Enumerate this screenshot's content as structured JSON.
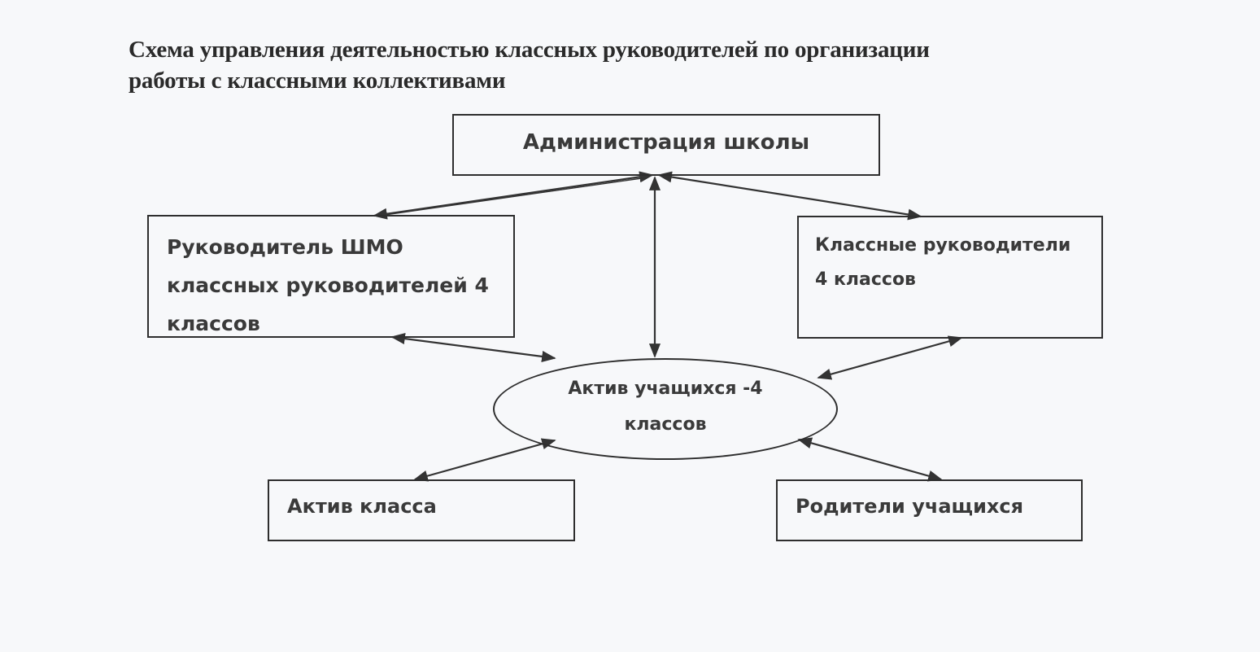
{
  "title": {
    "line1": "Схема управления деятельностью классных руководителей по организации",
    "line2": "работы с классными коллективами"
  },
  "nodes": {
    "administration": {
      "label": "Администрация школы"
    },
    "shmo_head": {
      "line1": "Руководитель ШМО",
      "line2": "классных руководителей 4",
      "line3": "классов"
    },
    "class_teachers": {
      "line1": "Классные руководители",
      "line2": "4 классов"
    },
    "student_activists": {
      "line1": "Актив учащихся -4",
      "line2": "классов"
    },
    "class_activists": {
      "label": "Актив класса"
    },
    "parents": {
      "label": "Родители учащихся"
    }
  },
  "edges": [
    {
      "from": "administration",
      "to": "shmo_head",
      "direction": "both"
    },
    {
      "from": "administration",
      "to": "student_activists",
      "direction": "both"
    },
    {
      "from": "administration",
      "to": "class_teachers",
      "direction": "both"
    },
    {
      "from": "shmo_head",
      "to": "student_activists",
      "direction": "both"
    },
    {
      "from": "class_teachers",
      "to": "student_activists",
      "direction": "both"
    },
    {
      "from": "student_activists",
      "to": "class_activists",
      "direction": "both"
    },
    {
      "from": "student_activists",
      "to": "parents",
      "direction": "both"
    }
  ],
  "colors": {
    "line": "#333333",
    "text": "#3a3a3a",
    "paper": "#f7f8fa"
  }
}
